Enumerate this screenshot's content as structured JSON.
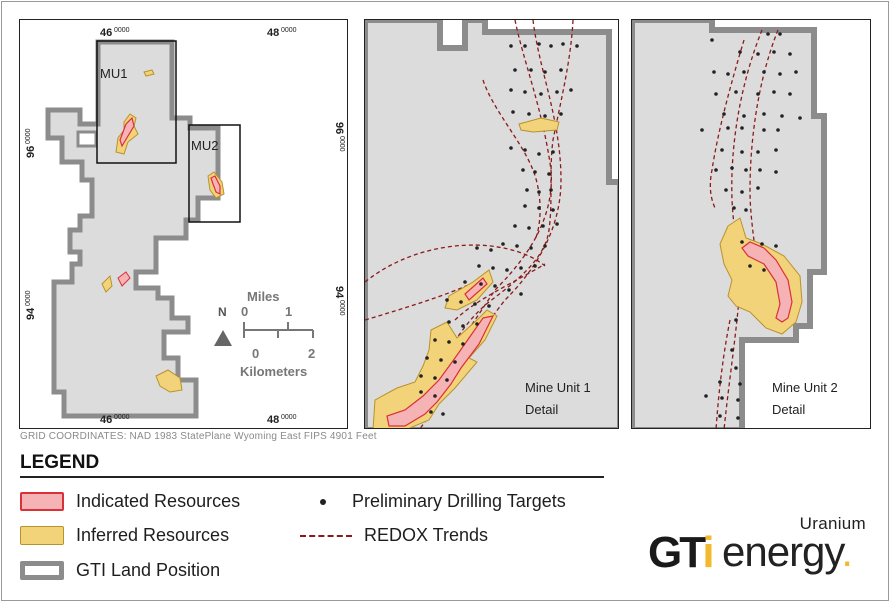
{
  "overview": {
    "mu1_label": "MU1",
    "mu2_label": "MU2",
    "tick_46_top": "46",
    "tick_46_top_sup": "0000",
    "tick_48_top": "48",
    "tick_48_top_sup": "0000",
    "tick_46_bottom": "46",
    "tick_46_bottom_sup": "0000",
    "tick_48_bottom": "48",
    "tick_48_bottom_sup": "0000",
    "tick_96_left": "96",
    "tick_96_left_sup": "0000",
    "tick_96_right": "96",
    "tick_96_right_sup": "0000",
    "tick_94_left": "94",
    "tick_94_left_sup": "0000",
    "tick_94_right": "94",
    "tick_94_right_sup": "0000",
    "north_label": "N",
    "scale_miles_label": "Miles",
    "scale_miles_0": "0",
    "scale_miles_1": "1",
    "scale_km_0": "0",
    "scale_km_2": "2",
    "scale_km_label": "Kilometers"
  },
  "detail1": {
    "label_line1": "Mine Unit 1",
    "label_line2": "Detail"
  },
  "detail2": {
    "label_line1": "Mine Unit 2",
    "label_line2": "Detail"
  },
  "grid_note": "GRID COORDINATES: NAD 1983 StatePlane Wyoming East FIPS 4901 Feet",
  "legend": {
    "title": "LEGEND",
    "indicated": "Indicated Resources",
    "inferred": "Inferred Resources",
    "land": "GTI Land Position",
    "drilling": "Preliminary Drilling Targets",
    "redox": "REDOX Trends"
  },
  "logo": {
    "uranium": "Uranium",
    "gt": "GT",
    "i": "i",
    "energy": "energy",
    "dot": "."
  },
  "colors": {
    "land_fill": "#dcdcdc",
    "land_outline": "#8c8c8c",
    "indicated_fill": "#f6b3b5",
    "indicated_stroke": "#d9303a",
    "inferred_fill": "#f2d37a",
    "inferred_stroke": "#b8922a",
    "redox": "#8b1a1a",
    "drill": "#222222",
    "logo_accent": "#f2b92c"
  }
}
